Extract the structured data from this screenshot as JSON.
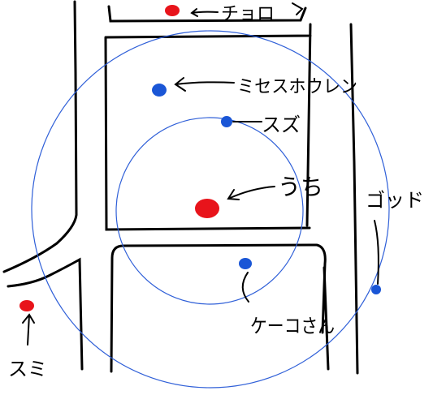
{
  "labels": {
    "chiyoda": "チョロ",
    "mrs_horrens": "ミセスホウレン",
    "suzu": "スズ",
    "uchi": "うち",
    "god": "ゴッド",
    "kenko": "ケーコさん",
    "sumi": "スミ"
  },
  "colors": {
    "red_dot": "#e8141b",
    "blue_dot": "#1a56d6",
    "circle": "#3060d8",
    "ink": "#000000"
  }
}
